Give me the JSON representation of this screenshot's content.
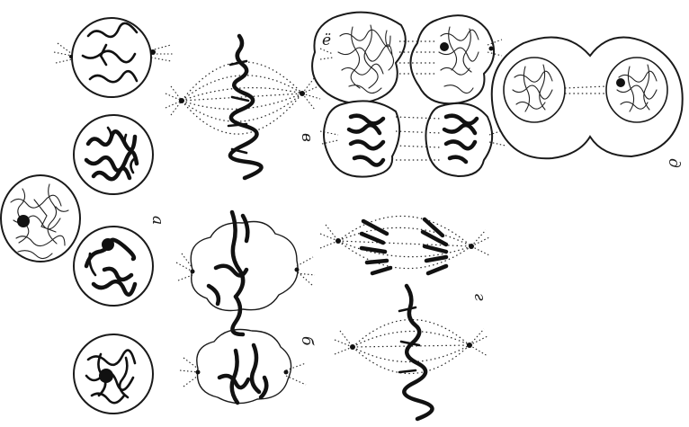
{
  "figure": {
    "labels": {
      "a": "а",
      "b": "б",
      "v": "в",
      "g": "г",
      "d": "д"
    }
  }
}
